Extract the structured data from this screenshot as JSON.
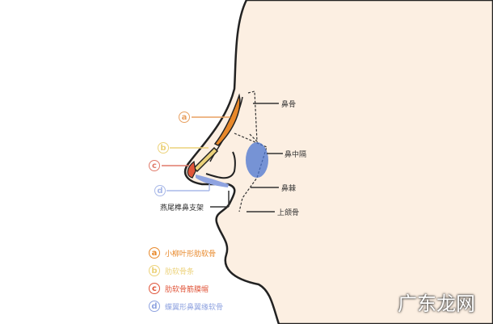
{
  "labels": {
    "nasal_bone": "鼻骨",
    "septum": "鼻中隔",
    "nasal_spine": "鼻棘",
    "maxilla": "上颌骨",
    "support": "燕尾榫鼻支架"
  },
  "markers": [
    "a",
    "b",
    "c",
    "d"
  ],
  "legend": [
    {
      "letter": "a",
      "text": "小柳叶形肋软骨",
      "color": "#e8882a"
    },
    {
      "letter": "b",
      "text": "肋软骨条",
      "color": "#ecd27a"
    },
    {
      "letter": "c",
      "text": "肋软骨筋膜帽",
      "color": "#e0553a"
    },
    {
      "letter": "d",
      "text": "蝶翼形鼻翼缘软骨",
      "color": "#8fa3e0"
    }
  ],
  "watermark": "广东龙网"
}
